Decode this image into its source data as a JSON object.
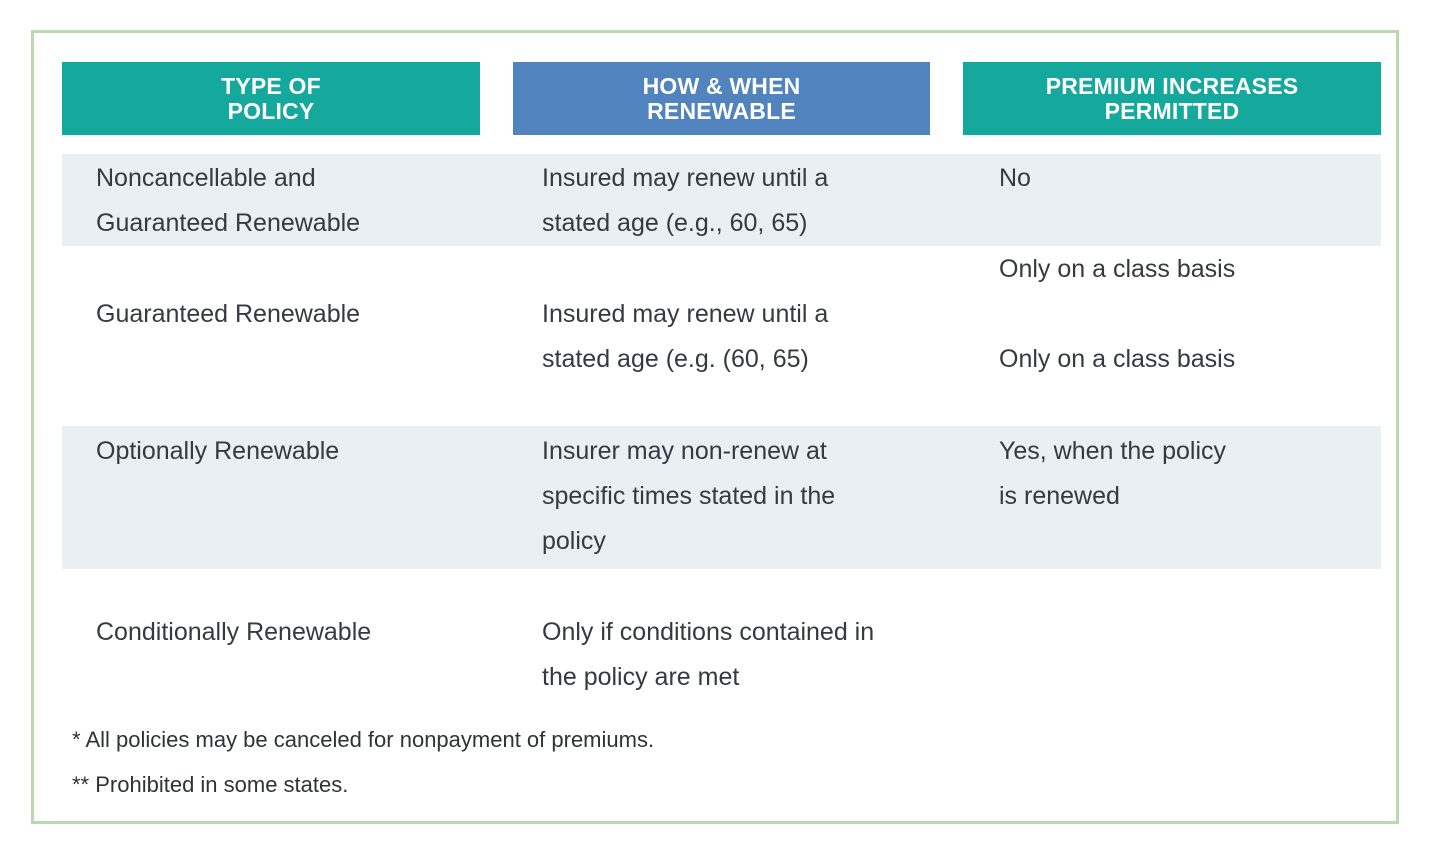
{
  "table": {
    "headers": [
      {
        "name": "type-of-policy",
        "line1": "TYPE OF",
        "line2": "POLICY",
        "color": "#15a89c"
      },
      {
        "name": "how-when-renewable",
        "line1": "HOW & WHEN",
        "line2": "RENEWABLE",
        "color": "#5183bf"
      },
      {
        "name": "premium-increases",
        "line1": "PREMIUM INCREASES",
        "line2": "PERMITTED",
        "color": "#15a89c"
      }
    ],
    "rows": [
      {
        "shaded": true,
        "policy": [
          "Noncancellable and",
          "Guaranteed Renewable"
        ],
        "renewable": [
          "Insured may renew until a",
          "stated age (e.g., 60, 65)"
        ],
        "premium": [
          "No"
        ]
      },
      {
        "shaded": false,
        "policy": [
          "Guaranteed Renewable"
        ],
        "renewable": [
          "Insured may renew until a",
          "stated age (e.g. (60, 65)"
        ],
        "premium": [
          "Only on a class basis",
          "Only on a class basis"
        ]
      },
      {
        "shaded": true,
        "policy": [
          "Optionally Renewable"
        ],
        "renewable": [
          "Insurer may non-renew at",
          "specific times stated in the",
          "policy"
        ],
        "premium": [
          "Yes, when the policy",
          "is renewed"
        ]
      },
      {
        "shaded": false,
        "policy": [
          "Conditionally Renewable"
        ],
        "renewable": [
          "Only if conditions contained in",
          "the policy are met"
        ],
        "premium": []
      }
    ],
    "footnotes": [
      "* All policies may be canceled for nonpayment of premiums.",
      "** Prohibited in some states."
    ],
    "colors": {
      "teal": "#15a89c",
      "blue": "#5183bf",
      "row_shade": "#eaeff4",
      "frame_border": "#b9d9af",
      "text": "#363a40"
    }
  }
}
